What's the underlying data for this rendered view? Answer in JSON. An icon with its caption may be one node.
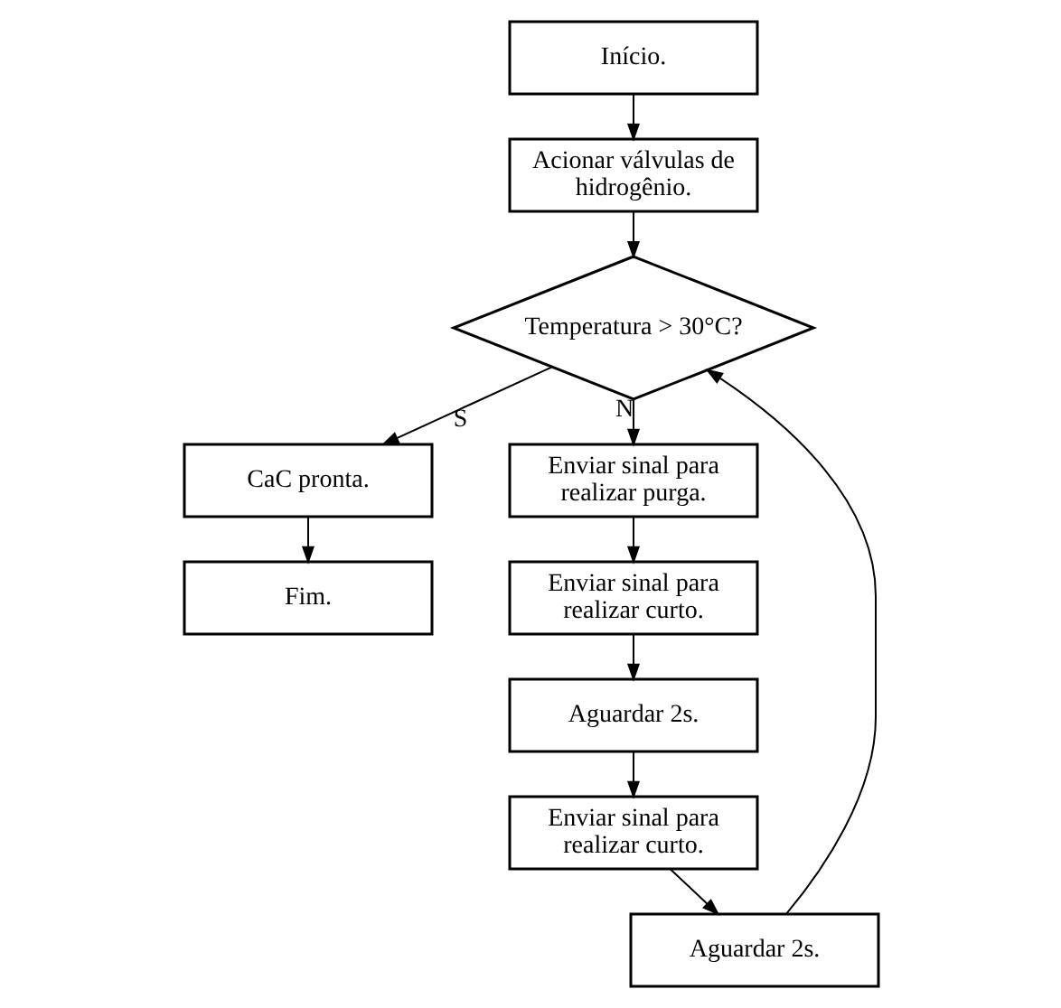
{
  "diagram": {
    "nodes": [
      {
        "text": [
          "Início."
        ]
      },
      {
        "text": [
          "Acionar válvulas de hidrogênio."
        ]
      },
      {
        "text": [
          "Temperatura > 30°C?"
        ]
      },
      {
        "text": [
          "CaC pronta."
        ]
      },
      {
        "text": [
          "Fim."
        ]
      },
      {
        "text": [
          "Aguardar 2s."
        ]
      },
      {
        "text": [
          "Enviar sinal para realizar curto."
        ]
      },
      {
        "text": [
          "Aguardar 2s."
        ]
      },
      {
        "text": [
          "Enviar sinal para realizar curto."
        ]
      },
      {
        "text": [
          "Enviar sinal para realizar purga."
        ]
      }
    ],
    "edges": [
      {
        "from": 0,
        "to": 1,
        "arrow": "to"
      },
      {
        "from": 1,
        "to": 2,
        "arrow": "to"
      },
      {
        "from": 2,
        "to": 3,
        "arrow": "to",
        "label": "S"
      },
      {
        "from": 3,
        "to": 4,
        "arrow": "to"
      },
      {
        "from": 2,
        "to": 9,
        "arrow": "to",
        "label": "N"
      },
      {
        "from": 9,
        "to": 8,
        "arrow": "to"
      },
      {
        "from": 8,
        "to": 7,
        "arrow": "to"
      },
      {
        "from": 7,
        "to": 6,
        "arrow": "to"
      },
      {
        "from": 6,
        "to": 5,
        "arrow": "to"
      },
      {
        "from": 5,
        "to": 2,
        "arrow": "to"
      }
    ]
  }
}
